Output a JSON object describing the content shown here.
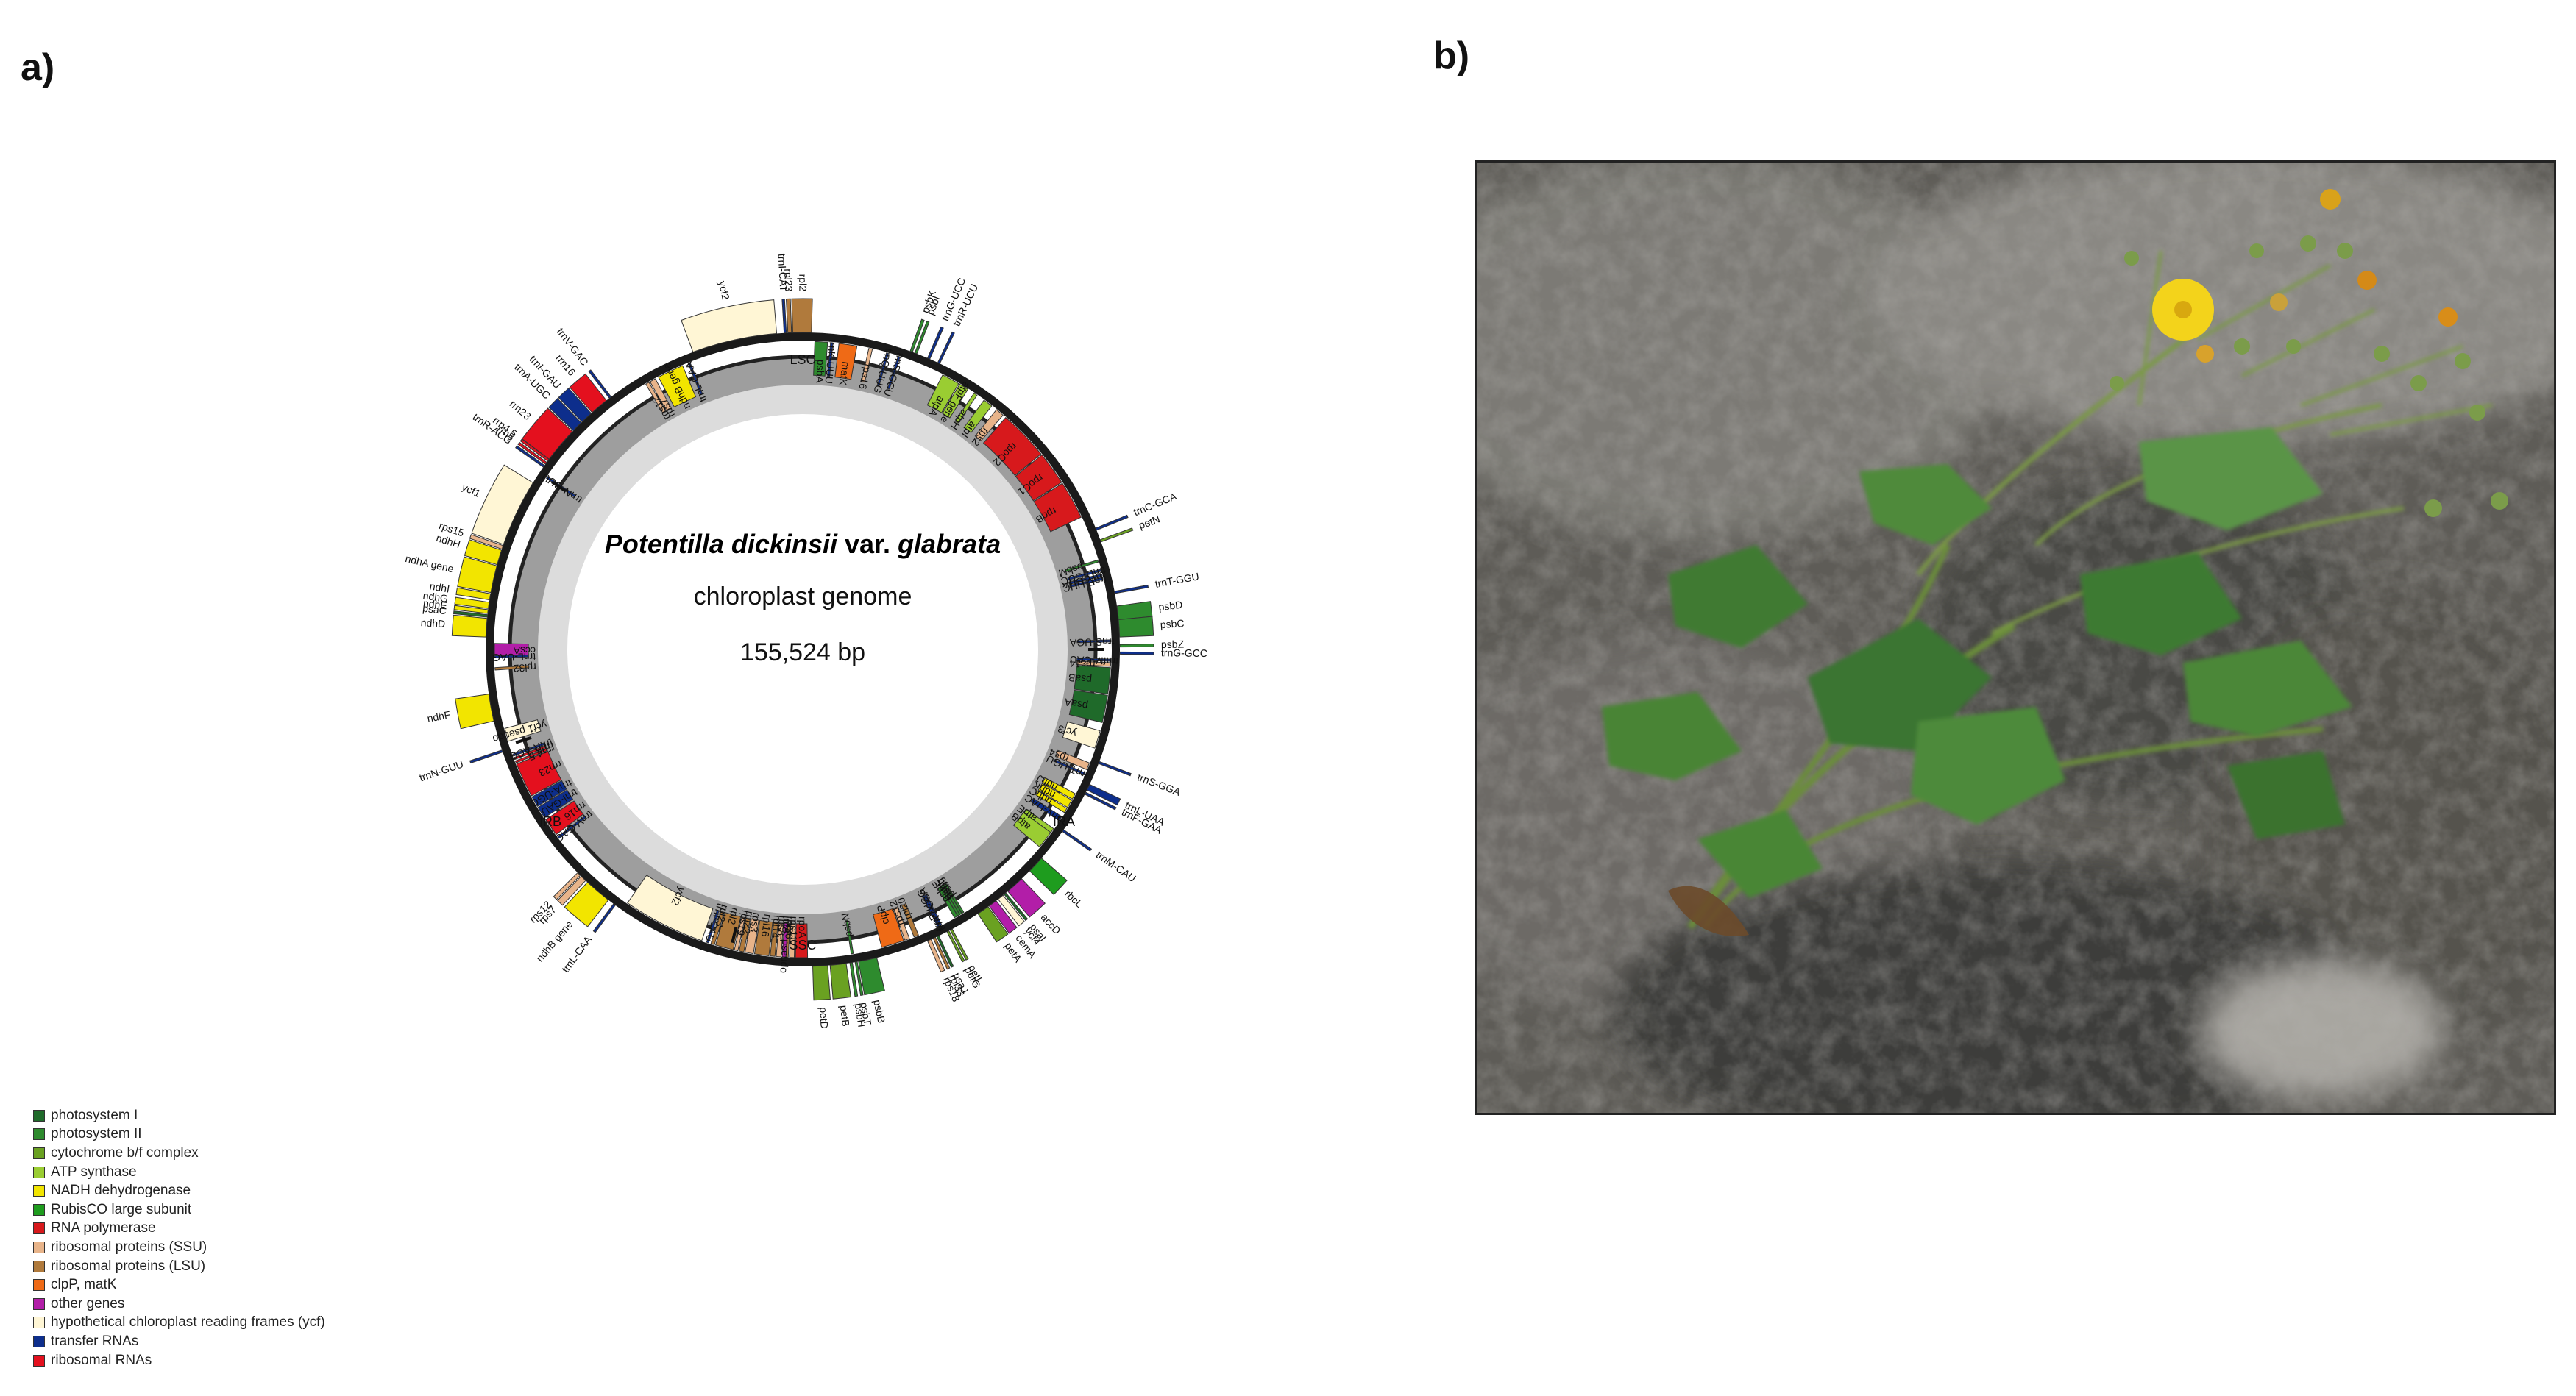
{
  "panel_labels": {
    "a": "a)",
    "b": "b)"
  },
  "genome": {
    "species_italic_1": "Potentilla dickinsii",
    "species_var": " var. ",
    "species_italic_2": "glabrata",
    "subtitle": "chloroplast genome",
    "length": "155,524 bp",
    "regions": {
      "lsc": "LSC",
      "ssc": "SSC",
      "ira": "IRA",
      "irb": "IRB"
    }
  },
  "legend": [
    {
      "label": "photosystem I",
      "color": "#1f6a2a"
    },
    {
      "label": "photosystem II",
      "color": "#2e8b2e"
    },
    {
      "label": "cytochrome b/f complex",
      "color": "#6aa121"
    },
    {
      "label": "ATP synthase",
      "color": "#9acd32"
    },
    {
      "label": "NADH dehydrogenase",
      "color": "#f2e500"
    },
    {
      "label": "RubisCO large subunit",
      "color": "#1e9c1e"
    },
    {
      "label": "RNA polymerase",
      "color": "#d7191c"
    },
    {
      "label": "ribosomal proteins (SSU)",
      "color": "#e8b48a"
    },
    {
      "label": "ribosomal proteins (LSU)",
      "color": "#b07a3c"
    },
    {
      "label": "clpP, matK",
      "color": "#ef6a16"
    },
    {
      "label": "other genes",
      "color": "#b21ea8"
    },
    {
      "label": "hypothetical chloroplast reading frames (ycf)",
      "color": "#fff6d5"
    },
    {
      "label": "transfer RNAs",
      "color": "#0d2e8c"
    },
    {
      "label": "ribosomal RNAs",
      "color": "#e4101e"
    }
  ],
  "genes": [
    {
      "name": "psbA",
      "pos": 1,
      "len": 1.06,
      "side": "in",
      "color": "#2e8b2e"
    },
    {
      "name": "trnK-UUU",
      "pos": 2.3,
      "len": 0.2,
      "side": "in",
      "color": "#0d2e8c"
    },
    {
      "name": "matK",
      "pos": 3.0,
      "len": 1.5,
      "side": "in",
      "color": "#ef6a16"
    },
    {
      "name": "rps16",
      "pos": 5.5,
      "len": 0.3,
      "side": "in",
      "color": "#e8b48a"
    },
    {
      "name": "trnQ-UUG",
      "pos": 7.0,
      "len": 0.1,
      "side": "in",
      "color": "#0d2e8c"
    },
    {
      "name": "trnS-GCU",
      "pos": 8.0,
      "len": 0.1,
      "side": "in",
      "color": "#0d2e8c"
    },
    {
      "name": "psbK",
      "pos": 8.8,
      "len": 0.2,
      "side": "out",
      "color": "#2e8b2e"
    },
    {
      "name": "psbI",
      "pos": 9.2,
      "len": 0.15,
      "side": "out",
      "color": "#2e8b2e"
    },
    {
      "name": "trnG-UCC",
      "pos": 10.3,
      "len": 0.2,
      "side": "out",
      "color": "#0d2e8c"
    },
    {
      "name": "trnR-UCU",
      "pos": 11.2,
      "len": 0.1,
      "side": "out",
      "color": "#0d2e8c"
    },
    {
      "name": "atpA",
      "pos": 12.0,
      "len": 1.5,
      "side": "in",
      "color": "#9acd32"
    },
    {
      "name": "atpF gene",
      "pos": 13.6,
      "len": 0.8,
      "side": "in",
      "color": "#9acd32"
    },
    {
      "name": "atpH",
      "pos": 15.0,
      "len": 0.3,
      "side": "in",
      "color": "#9acd32"
    },
    {
      "name": "atpI",
      "pos": 16.0,
      "len": 0.8,
      "side": "in",
      "color": "#9acd32"
    },
    {
      "name": "rps2",
      "pos": 17.3,
      "len": 0.7,
      "side": "in",
      "color": "#e8b48a"
    },
    {
      "name": "rpoC2",
      "pos": 18.3,
      "len": 4.2,
      "side": "in",
      "color": "#d7191c"
    },
    {
      "name": "rpoC1",
      "pos": 22.6,
      "len": 2.8,
      "side": "in",
      "color": "#d7191c"
    },
    {
      "name": "rpoB",
      "pos": 25.5,
      "len": 3.2,
      "side": "in",
      "color": "#d7191c"
    },
    {
      "name": "trnC-GCA",
      "pos": 30.0,
      "len": 0.1,
      "side": "out",
      "color": "#0d2e8c"
    },
    {
      "name": "petN",
      "pos": 31.0,
      "len": 0.1,
      "side": "out",
      "color": "#6aa121"
    },
    {
      "name": "psbM",
      "pos": 32.5,
      "len": 0.1,
      "side": "in",
      "color": "#2e8b2e"
    },
    {
      "name": "trnD-GUC",
      "pos": 33.3,
      "len": 0.1,
      "side": "in",
      "color": "#0d2e8c"
    },
    {
      "name": "trnY-GUA",
      "pos": 33.7,
      "len": 0.1,
      "side": "in",
      "color": "#0d2e8c"
    },
    {
      "name": "trnE-UUC",
      "pos": 34.0,
      "len": 0.1,
      "side": "in",
      "color": "#0d2e8c"
    },
    {
      "name": "trnT-GGU",
      "pos": 35.3,
      "len": 0.1,
      "side": "out",
      "color": "#0d2e8c"
    },
    {
      "name": "psbD",
      "pos": 36.5,
      "len": 1.1,
      "side": "out",
      "color": "#2e8b2e"
    },
    {
      "name": "psbC",
      "pos": 37.6,
      "len": 1.4,
      "side": "out",
      "color": "#2e8b2e"
    },
    {
      "name": "trnS-UGA",
      "pos": 39.2,
      "len": 0.1,
      "side": "in",
      "color": "#0d2e8c"
    },
    {
      "name": "psbZ",
      "pos": 39.6,
      "len": 0.2,
      "side": "out",
      "color": "#2e8b2e"
    },
    {
      "name": "trnG-GCC",
      "pos": 40.2,
      "len": 0.1,
      "side": "out",
      "color": "#0d2e8c"
    },
    {
      "name": "trnfM-CAU",
      "pos": 40.8,
      "len": 0.1,
      "side": "in",
      "color": "#0d2e8c"
    },
    {
      "name": "rps14",
      "pos": 41.1,
      "len": 0.3,
      "side": "in",
      "color": "#e8b48a"
    },
    {
      "name": "psaB",
      "pos": 41.5,
      "len": 2.2,
      "side": "in",
      "color": "#1f6a2a"
    },
    {
      "name": "psaA",
      "pos": 43.8,
      "len": 2.3,
      "side": "in",
      "color": "#1f6a2a"
    },
    {
      "name": "ycf3",
      "pos": 46.8,
      "len": 1.5,
      "side": "in",
      "color": "#fff6d5"
    },
    {
      "name": "trnS-GGA",
      "pos": 49.2,
      "len": 0.1,
      "side": "out",
      "color": "#0d2e8c"
    },
    {
      "name": "rps4",
      "pos": 49.6,
      "len": 0.6,
      "side": "in",
      "color": "#e8b48a"
    },
    {
      "name": "trnT-UGU",
      "pos": 50.5,
      "len": 0.1,
      "side": "in",
      "color": "#0d2e8c"
    },
    {
      "name": "trnL-UAA",
      "pos": 51.2,
      "len": 0.5,
      "side": "out",
      "color": "#0d2e8c"
    },
    {
      "name": "trnF-GAA",
      "pos": 51.9,
      "len": 0.1,
      "side": "out",
      "color": "#0d2e8c"
    },
    {
      "name": "ndhJ",
      "pos": 52.4,
      "len": 0.5,
      "side": "in",
      "color": "#f2e500"
    },
    {
      "name": "ndhK",
      "pos": 53.0,
      "len": 0.7,
      "side": "in",
      "color": "#f2e500"
    },
    {
      "name": "ndhC",
      "pos": 53.8,
      "len": 0.4,
      "side": "in",
      "color": "#f2e500"
    },
    {
      "name": "trnV-UAC",
      "pos": 54.6,
      "len": 0.4,
      "side": "in",
      "color": "#0d2e8c"
    },
    {
      "name": "trnM-CAU",
      "pos": 55.4,
      "len": 0.1,
      "side": "out",
      "color": "#0d2e8c"
    },
    {
      "name": "atpE",
      "pos": 55.8,
      "len": 0.4,
      "side": "in",
      "color": "#9acd32"
    },
    {
      "name": "atpB",
      "pos": 56.2,
      "len": 1.5,
      "side": "in",
      "color": "#9acd32"
    },
    {
      "name": "rbcL",
      "pos": 58.3,
      "len": 1.4,
      "side": "out",
      "color": "#1e9c1e"
    },
    {
      "name": "accD",
      "pos": 60.6,
      "len": 1.5,
      "side": "out",
      "color": "#b21ea8"
    },
    {
      "name": "psaI",
      "pos": 62.3,
      "len": 0.1,
      "side": "out",
      "color": "#1f6a2a"
    },
    {
      "name": "ycf4",
      "pos": 62.6,
      "len": 0.5,
      "side": "out",
      "color": "#fff6d5"
    },
    {
      "name": "cemA",
      "pos": 63.3,
      "len": 0.7,
      "side": "out",
      "color": "#b21ea8"
    },
    {
      "name": "petA",
      "pos": 64.1,
      "len": 1.0,
      "side": "out",
      "color": "#6aa121"
    },
    {
      "name": "psbJ",
      "pos": 66.0,
      "len": 0.1,
      "side": "in",
      "color": "#2e8b2e"
    },
    {
      "name": "psbL",
      "pos": 66.2,
      "len": 0.1,
      "side": "in",
      "color": "#2e8b2e"
    },
    {
      "name": "psbF",
      "pos": 66.4,
      "len": 0.1,
      "side": "in",
      "color": "#2e8b2e"
    },
    {
      "name": "psbE",
      "pos": 66.6,
      "len": 0.3,
      "side": "in",
      "color": "#2e8b2e"
    },
    {
      "name": "petL",
      "pos": 67.5,
      "len": 0.1,
      "side": "out",
      "color": "#6aa121"
    },
    {
      "name": "petG",
      "pos": 67.8,
      "len": 0.1,
      "side": "out",
      "color": "#6aa121"
    },
    {
      "name": "trnW-CCA",
      "pos": 68.1,
      "len": 0.1,
      "side": "in",
      "color": "#0d2e8c"
    },
    {
      "name": "trnP-UGG",
      "pos": 68.3,
      "len": 0.1,
      "side": "in",
      "color": "#0d2e8c"
    },
    {
      "name": "psaJ",
      "pos": 68.7,
      "len": 0.1,
      "side": "out",
      "color": "#1f6a2a"
    },
    {
      "name": "rpl33",
      "pos": 69.0,
      "len": 0.2,
      "side": "out",
      "color": "#b07a3c"
    },
    {
      "name": "rps18",
      "pos": 69.4,
      "len": 0.3,
      "side": "out",
      "color": "#e8b48a"
    },
    {
      "name": "rpl20",
      "pos": 70.2,
      "len": 0.4,
      "side": "in",
      "color": "#b07a3c"
    },
    {
      "name": "rps12",
      "pos": 71.0,
      "len": 0.4,
      "side": "in",
      "color": "#e8b48a"
    },
    {
      "name": "clpP",
      "pos": 71.5,
      "len": 1.9,
      "side": "in",
      "color": "#ef6a16"
    },
    {
      "name": "psbB",
      "pos": 74.0,
      "len": 1.5,
      "side": "out",
      "color": "#2e8b2e"
    },
    {
      "name": "psbT",
      "pos": 75.6,
      "len": 0.1,
      "side": "out",
      "color": "#2e8b2e"
    },
    {
      "name": "psbN",
      "pos": 75.8,
      "len": 0.1,
      "side": "in",
      "color": "#2e8b2e"
    },
    {
      "name": "psbH",
      "pos": 76.0,
      "len": 0.2,
      "side": "out",
      "color": "#2e8b2e"
    },
    {
      "name": "petB",
      "pos": 76.5,
      "len": 1.3,
      "side": "out",
      "color": "#6aa121"
    },
    {
      "name": "petD",
      "pos": 78.0,
      "len": 1.2,
      "side": "out",
      "color": "#6aa121"
    },
    {
      "name": "rpoA",
      "pos": 79.6,
      "len": 1.0,
      "side": "in",
      "color": "#d7191c"
    },
    {
      "name": "rps11",
      "pos": 80.7,
      "len": 0.4,
      "side": "in",
      "color": "#e8b48a"
    },
    {
      "name": "rpl36",
      "pos": 81.2,
      "len": 0.15,
      "side": "in",
      "color": "#b07a3c"
    },
    {
      "name": "infA_pseudo",
      "pos": 81.4,
      "len": 0.3,
      "side": "in",
      "color": "#b21ea8"
    },
    {
      "name": "rps8",
      "pos": 81.8,
      "len": 0.4,
      "side": "in",
      "color": "#e8b48a"
    },
    {
      "name": "rpl14",
      "pos": 82.3,
      "len": 0.4,
      "side": "in",
      "color": "#b07a3c"
    },
    {
      "name": "rpl16",
      "pos": 82.8,
      "len": 1.2,
      "side": "in",
      "color": "#b07a3c"
    },
    {
      "name": "rps3",
      "pos": 84.1,
      "len": 0.7,
      "side": "in",
      "color": "#e8b48a"
    },
    {
      "name": "rpl22",
      "pos": 84.9,
      "len": 0.4,
      "side": "in",
      "color": "#b07a3c"
    },
    {
      "name": "rps19",
      "pos": 85.4,
      "len": 0.3,
      "side": "in",
      "color": "#e8b48a"
    },
    {
      "name": "rpl2",
      "pos": 85.8,
      "len": 1.5,
      "side": "in",
      "color": "#b07a3c"
    },
    {
      "name": "rpl23",
      "pos": 87.4,
      "len": 0.3,
      "side": "in",
      "color": "#b07a3c"
    },
    {
      "name": "trnI-CAU",
      "pos": 87.9,
      "len": 0.1,
      "side": "in",
      "color": "#0d2e8c"
    },
    {
      "name": "ycf2",
      "pos": 88.5,
      "len": 6.9,
      "side": "in",
      "color": "#fff6d5"
    },
    {
      "name": "trnL-CAA",
      "pos": 96.1,
      "len": 0.1,
      "side": "out",
      "color": "#0d2e8c"
    },
    {
      "name": "ndhB gene",
      "pos": 96.8,
      "len": 2.2,
      "side": "out",
      "color": "#f2e500"
    },
    {
      "name": "rps7",
      "pos": 99.2,
      "len": 0.5,
      "side": "out",
      "color": "#e8b48a"
    },
    {
      "name": "rps12",
      "pos": 99.8,
      "len": 0.3,
      "side": "out",
      "color": "#e8b48a"
    },
    {
      "name": "trnV-GAC",
      "pos": 103.2,
      "len": 0.1,
      "side": "in",
      "color": "#0d2e8c"
    },
    {
      "name": "rrn16",
      "pos": 103.6,
      "len": 1.5,
      "side": "in",
      "color": "#e4101e"
    },
    {
      "name": "trnI-GAU",
      "pos": 105.3,
      "len": 1.0,
      "side": "in",
      "color": "#0d2e8c"
    },
    {
      "name": "trnA-UGC",
      "pos": 106.4,
      "len": 0.9,
      "side": "in",
      "color": "#0d2e8c"
    },
    {
      "name": "rrn23",
      "pos": 107.4,
      "len": 2.9,
      "side": "in",
      "color": "#e4101e"
    },
    {
      "name": "rrn4.5",
      "pos": 110.4,
      "len": 0.1,
      "side": "in",
      "color": "#e4101e"
    },
    {
      "name": "rrn5",
      "pos": 110.7,
      "len": 0.1,
      "side": "in",
      "color": "#e4101e"
    },
    {
      "name": "trnR-ACG",
      "pos": 111.0,
      "len": 0.1,
      "side": "in",
      "color": "#0d2e8c"
    },
    {
      "name": "trnN-GUU",
      "pos": 111.6,
      "len": 0.1,
      "side": "out",
      "color": "#0d2e8c"
    },
    {
      "name": "ycf1 pseudo",
      "pos": 112.3,
      "len": 1.1,
      "side": "in",
      "color": "#fff6d5"
    },
    {
      "name": "ndhF",
      "pos": 114.2,
      "len": 2.2,
      "side": "out",
      "color": "#f2e500"
    },
    {
      "name": "rpl32",
      "pos": 118.3,
      "len": 0.2,
      "side": "in",
      "color": "#b07a3c"
    },
    {
      "name": "trnL-UAG",
      "pos": 119.3,
      "len": 0.1,
      "side": "in",
      "color": "#0d2e8c"
    },
    {
      "name": "ccsA",
      "pos": 119.5,
      "len": 1.0,
      "side": "in",
      "color": "#b21ea8"
    },
    {
      "name": "ndhD",
      "pos": 121.0,
      "len": 1.5,
      "side": "out",
      "color": "#f2e500"
    },
    {
      "name": "psaC",
      "pos": 122.6,
      "len": 0.2,
      "side": "out",
      "color": "#1f6a2a"
    },
    {
      "name": "ndhE",
      "pos": 122.9,
      "len": 0.3,
      "side": "out",
      "color": "#f2e500"
    },
    {
      "name": "ndhG",
      "pos": 123.3,
      "len": 0.5,
      "side": "out",
      "color": "#f2e500"
    },
    {
      "name": "ndhI",
      "pos": 124.0,
      "len": 0.5,
      "side": "out",
      "color": "#f2e500"
    },
    {
      "name": "ndhA gene",
      "pos": 124.6,
      "len": 2.2,
      "side": "out",
      "color": "#f2e500"
    },
    {
      "name": "ndhH",
      "pos": 126.9,
      "len": 1.2,
      "side": "out",
      "color": "#f2e500"
    },
    {
      "name": "rps15",
      "pos": 128.2,
      "len": 0.3,
      "side": "out",
      "color": "#e8b48a"
    },
    {
      "name": "ycf1",
      "pos": 128.6,
      "len": 5.5,
      "side": "out",
      "color": "#fff6d5"
    },
    {
      "name": "trnN-GUU",
      "pos": 135.0,
      "len": 0.1,
      "side": "in",
      "color": "#0d2e8c"
    },
    {
      "name": "trnR-ACG",
      "pos": 135.6,
      "len": 0.1,
      "side": "out",
      "color": "#0d2e8c"
    },
    {
      "name": "rrn5",
      "pos": 135.9,
      "len": 0.1,
      "side": "out",
      "color": "#e4101e"
    },
    {
      "name": "rrn4.5",
      "pos": 136.2,
      "len": 0.1,
      "side": "out",
      "color": "#e4101e"
    },
    {
      "name": "rrn23",
      "pos": 136.4,
      "len": 2.9,
      "side": "out",
      "color": "#e4101e"
    },
    {
      "name": "trnA-UGC",
      "pos": 139.4,
      "len": 0.9,
      "side": "out",
      "color": "#0d2e8c"
    },
    {
      "name": "trnI-GAU",
      "pos": 140.4,
      "len": 1.0,
      "side": "out",
      "color": "#0d2e8c"
    },
    {
      "name": "rrn16",
      "pos": 141.5,
      "len": 1.5,
      "side": "out",
      "color": "#e4101e"
    },
    {
      "name": "trnV-GAC",
      "pos": 143.3,
      "len": 0.1,
      "side": "out",
      "color": "#0d2e8c"
    },
    {
      "name": "rps12",
      "pos": 146.4,
      "len": 0.3,
      "side": "in",
      "color": "#e8b48a"
    },
    {
      "name": "rps7",
      "pos": 146.8,
      "len": 0.5,
      "side": "in",
      "color": "#e8b48a"
    },
    {
      "name": "ndhB gene",
      "pos": 147.6,
      "len": 2.2,
      "side": "in",
      "color": "#f2e500"
    },
    {
      "name": "trnL-CAA",
      "pos": 150.3,
      "len": 0.1,
      "side": "in",
      "color": "#0d2e8c"
    },
    {
      "name": "ycf2",
      "pos": 151.0,
      "len": 6.9,
      "side": "out",
      "color": "#fff6d5"
    },
    {
      "name": "trnI-CAT",
      "pos": 158.5,
      "len": 0.1,
      "side": "out",
      "color": "#0d2e8c"
    },
    {
      "name": "rpl23",
      "pos": 158.8,
      "len": 0.3,
      "side": "out",
      "color": "#b07a3c"
    },
    {
      "name": "rpl2",
      "pos": 159.2,
      "len": 1.5,
      "side": "out",
      "color": "#b07a3c"
    }
  ]
}
